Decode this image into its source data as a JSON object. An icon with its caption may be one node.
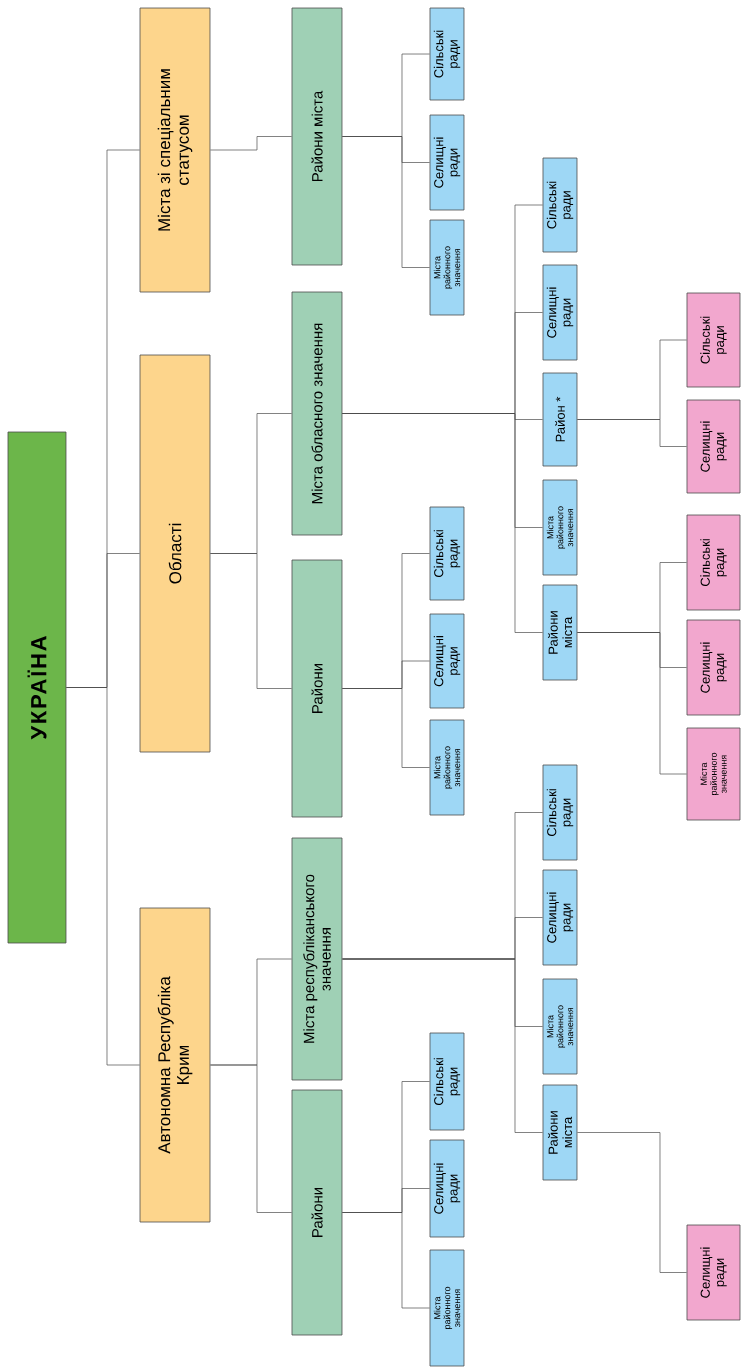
{
  "diagram": {
    "nodes": [
      {
        "text": [
          "УКРАЇНА"
        ]
      },
      {
        "text": [
          "Автономна Республіка Крим"
        ]
      },
      {
        "text": [
          "Області"
        ]
      },
      {
        "text": [
          "Міста зі спеціальним статусом"
        ]
      },
      {
        "text": [
          "Райони"
        ]
      },
      {
        "text": [
          "Міста республіканського значення"
        ]
      },
      {
        "text": [
          "Райони"
        ]
      },
      {
        "text": [
          "Міста обласного значення"
        ]
      },
      {
        "text": [
          "Райони міста"
        ]
      },
      {
        "text": [
          "Міста районного значення"
        ]
      },
      {
        "text": [
          "Селищні ради"
        ]
      },
      {
        "text": [
          "Сільські ради"
        ]
      },
      {
        "text": [
          "Райони міста"
        ]
      },
      {
        "text": [
          "Міста районного значення"
        ]
      },
      {
        "text": [
          "Селищні ради"
        ]
      },
      {
        "text": [
          "Сільські ради"
        ]
      },
      {
        "text": [
          "Міста районного значення"
        ]
      },
      {
        "text": [
          "Селищні ради"
        ]
      },
      {
        "text": [
          "Сільські ради"
        ]
      },
      {
        "text": [
          "Райони міста"
        ]
      },
      {
        "text": [
          "Міста районного значення"
        ]
      },
      {
        "text": [
          "Район *"
        ]
      },
      {
        "text": [
          "Селищні ради"
        ]
      },
      {
        "text": [
          "Сільські ради"
        ]
      },
      {
        "text": [
          "Міста районного значення"
        ]
      },
      {
        "text": [
          "Селищні ради"
        ]
      },
      {
        "text": [
          "Сільські ради"
        ]
      },
      {
        "text": [
          "Селищні ради"
        ]
      },
      {
        "text": [
          "Міста районного значення"
        ]
      },
      {
        "text": [
          "Селищні ради"
        ]
      },
      {
        "text": [
          "Сільські ради"
        ]
      },
      {
        "text": [
          "Селищні ради"
        ]
      },
      {
        "text": [
          "Сільські ради"
        ]
      }
    ],
    "edges": [
      {
        "from": 0,
        "to": 1,
        "arrow": "none"
      },
      {
        "from": 0,
        "to": 2,
        "arrow": "none"
      },
      {
        "from": 0,
        "to": 3,
        "arrow": "none"
      },
      {
        "from": 1,
        "to": 4,
        "arrow": "none"
      },
      {
        "from": 1,
        "to": 5,
        "arrow": "none"
      },
      {
        "from": 2,
        "to": 6,
        "arrow": "none"
      },
      {
        "from": 2,
        "to": 7,
        "arrow": "none"
      },
      {
        "from": 3,
        "to": 8,
        "arrow": "none"
      },
      {
        "from": 4,
        "to": 9,
        "arrow": "none"
      },
      {
        "from": 4,
        "to": 10,
        "arrow": "none"
      },
      {
        "from": 4,
        "to": 11,
        "arrow": "none"
      },
      {
        "from": 5,
        "to": 12,
        "arrow": "none"
      },
      {
        "from": 5,
        "to": 13,
        "arrow": "none"
      },
      {
        "from": 5,
        "to": 14,
        "arrow": "none"
      },
      {
        "from": 5,
        "to": 15,
        "arrow": "none"
      },
      {
        "from": 6,
        "to": 16,
        "arrow": "none"
      },
      {
        "from": 6,
        "to": 17,
        "arrow": "none"
      },
      {
        "from": 6,
        "to": 18,
        "arrow": "none"
      },
      {
        "from": 7,
        "to": 19,
        "arrow": "none"
      },
      {
        "from": 7,
        "to": 20,
        "arrow": "none"
      },
      {
        "from": 7,
        "to": 21,
        "arrow": "none"
      },
      {
        "from": 7,
        "to": 22,
        "arrow": "none"
      },
      {
        "from": 7,
        "to": 23,
        "arrow": "none"
      },
      {
        "from": 8,
        "to": 24,
        "arrow": "none"
      },
      {
        "from": 8,
        "to": 25,
        "arrow": "none"
      },
      {
        "from": 8,
        "to": 26,
        "arrow": "none"
      },
      {
        "from": 12,
        "to": 27,
        "arrow": "none"
      },
      {
        "from": 19,
        "to": 28,
        "arrow": "none"
      },
      {
        "from": 19,
        "to": 29,
        "arrow": "none"
      },
      {
        "from": 19,
        "to": 30,
        "arrow": "none"
      },
      {
        "from": 21,
        "to": 31,
        "arrow": "none"
      },
      {
        "from": 21,
        "to": 32,
        "arrow": "none"
      }
    ]
  }
}
